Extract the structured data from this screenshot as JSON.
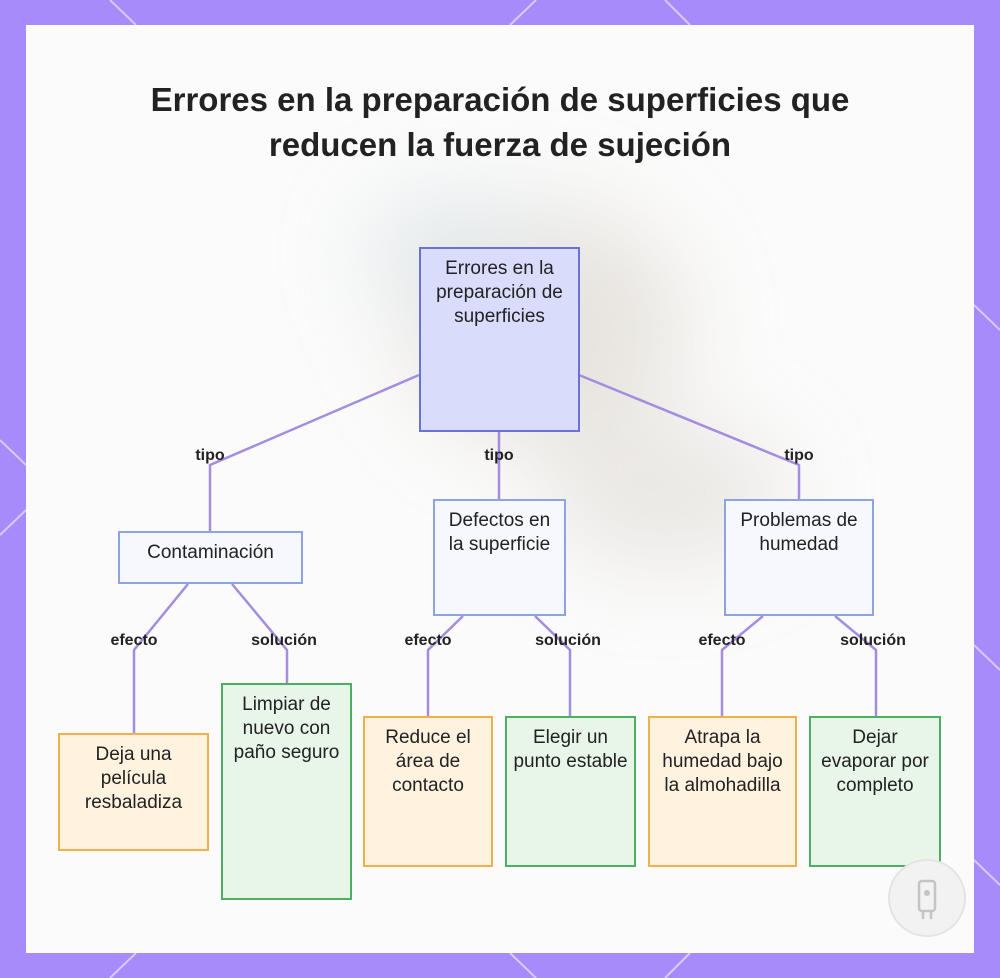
{
  "title": "Errores en la preparación de superficies que reducen la fuerza de sujeción",
  "nodes": {
    "root": "Errores en la preparación de superficies",
    "contaminacion": "Contaminación",
    "defectos": "Defectos en la superficie",
    "humedad": "Problemas de humedad",
    "contaminacion_efecto": "Deja una película resbaladiza",
    "contaminacion_solucion": "Limpiar de nuevo con paño seguro",
    "defectos_efecto": "Reduce el área de contacto",
    "defectos_solucion": "Elegir un punto estable",
    "humedad_efecto": "Atrapa la humedad bajo la almohadilla",
    "humedad_solucion": "Dejar evaporar por completo"
  },
  "edge_labels": {
    "tipo_1": "tipo",
    "tipo_2": "tipo",
    "tipo_3": "tipo",
    "efecto_1": "efecto",
    "solucion_1": "solución",
    "efecto_2": "efecto",
    "solucion_2": "solución",
    "efecto_3": "efecto",
    "solucion_3": "solución"
  },
  "colors": {
    "frame": "#a78bfa",
    "edge": "#a48ce0",
    "root_fill": "#dadcfc",
    "effect_fill": "#fff3e0",
    "solution_fill": "#e8f5e9"
  },
  "icons": [
    "fastener-badge-icon"
  ]
}
